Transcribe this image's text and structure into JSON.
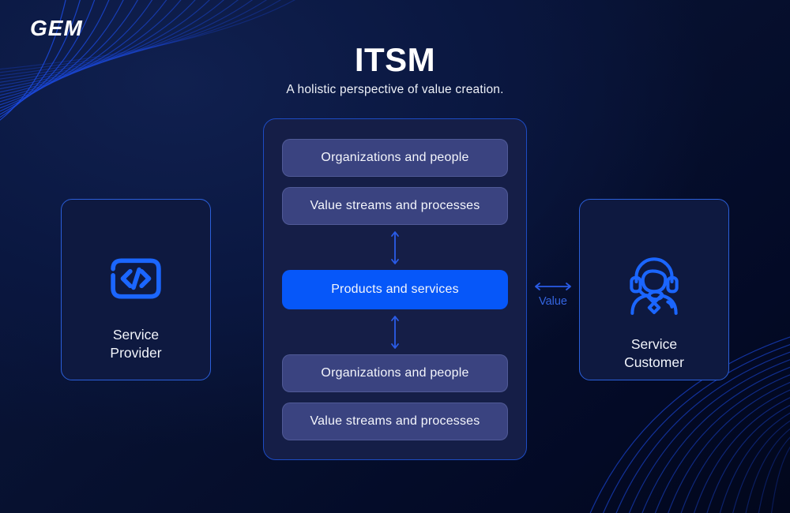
{
  "brand": {
    "name": "GEM"
  },
  "header": {
    "title": "ITSM",
    "subtitle": "A holistic perspective of value creation."
  },
  "left_card": {
    "label": "Service\nProvider",
    "icon": "code-icon"
  },
  "right_card": {
    "label": "Service\nCustomer",
    "icon": "headset-agent-icon"
  },
  "stack": {
    "boxes": [
      {
        "label": "Organizations and people",
        "variant": "muted"
      },
      {
        "label": "Value streams and processes",
        "variant": "muted"
      },
      {
        "label": "Products and services",
        "variant": "primary"
      },
      {
        "label": "Organizations and people",
        "variant": "muted"
      },
      {
        "label": "Value streams and processes",
        "variant": "muted"
      }
    ]
  },
  "value_link": {
    "label": "Value"
  },
  "colors": {
    "background_top": "#0e1c4e",
    "background_bottom": "#02071c",
    "accent_blue": "#0657f9",
    "muted_box": "#3a4380",
    "panel_fill": "#151e47",
    "panel_border": "#1d4cc4",
    "card_border": "#2b5fd9",
    "icon_blue": "#1b66ff",
    "decor_line": "#1c4ae0",
    "arrow_blue": "#2a5ce8",
    "value_label_blue": "#3465e0",
    "text_white": "#ffffff"
  }
}
